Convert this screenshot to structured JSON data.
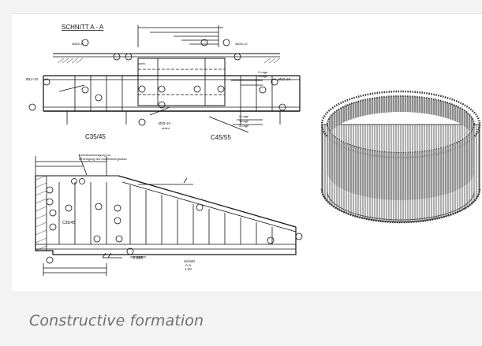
{
  "caption": "Constructive formation",
  "section": {
    "title": "SCHNITT A - A",
    "concrete_left": "C35/45",
    "concrete_right": "C45/55",
    "bars_top_left": "4Ø25-10",
    "bars_top_right": "4Ø25-10",
    "bars_bottom": "Ø25-10",
    "bars_left": "Ø12-10",
    "bars_right": "Ø12-10",
    "layer_1": "1.Lage",
    "layer_2": "2.Lage",
    "layer_3": "3.Lage",
    "layer_top_1": "1.Lage",
    "layer_top_2": "2.Lage",
    "oben": "oben",
    "unten": "unten"
  },
  "foundation": {
    "note_line1": "Hochdruckreinigung vor",
    "note_line2": "Einbringung des Hochfestvergusses",
    "concrete": "C35/45",
    "level": "-2.865",
    "schnitt_label": "Schnitt",
    "schnitt_ref": "A-A",
    "schnitt_scale": "1:40"
  },
  "colors": {
    "background": "#f3f3f3",
    "figure_bg": "#ffffff",
    "caption": "#707070",
    "ink": "#111111"
  }
}
